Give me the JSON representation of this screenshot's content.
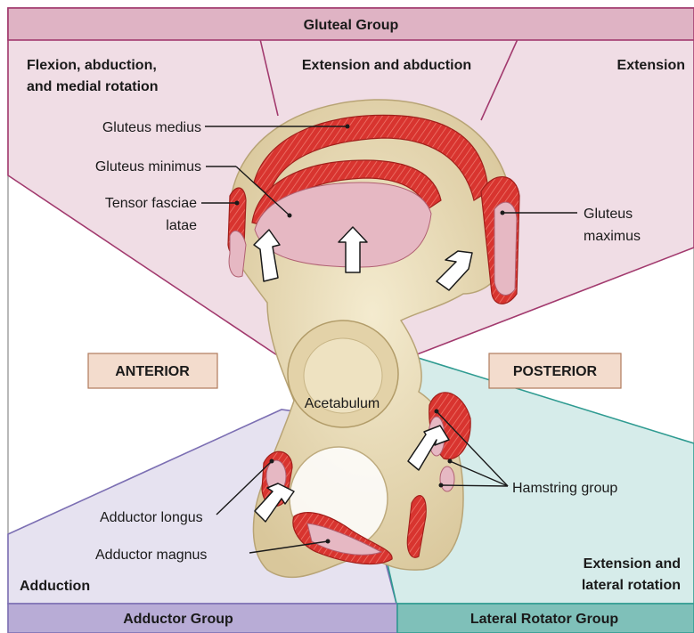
{
  "header": {
    "title": "Gluteal Group"
  },
  "gluteal_actions": {
    "left_line1": "Flexion, abduction,",
    "left_line2": "and medial rotation",
    "middle": "Extension and abduction",
    "right": "Extension"
  },
  "side_labels": {
    "anterior": "ANTERIOR",
    "posterior": "POSTERIOR"
  },
  "muscles": {
    "gluteus_medius": "Gluteus medius",
    "gluteus_minimus": "Gluteus minimus",
    "tensor_line1": "Tensor fasciae",
    "tensor_line2": "latae",
    "gluteus_maximus_line1": "Gluteus",
    "gluteus_maximus_line2": "maximus",
    "acetabulum": "Acetabulum",
    "hamstring": "Hamstring group",
    "adductor_longus": "Adductor longus",
    "adductor_magnus": "Adductor magnus"
  },
  "bottom_actions": {
    "adduction": "Adduction",
    "lateral_line1": "Extension and",
    "lateral_line2": "lateral rotation"
  },
  "footer": {
    "adductor_group": "Adductor Group",
    "lateral_rotator_group": "Lateral Rotator Group"
  },
  "colors": {
    "gluteal_bg": "#f0dde5",
    "gluteal_header": "#dfb3c4",
    "gluteal_border": "#a23a6e",
    "adductor_bg": "#e6e2f0",
    "adductor_header": "#b8acd6",
    "adductor_border": "#7c6fb3",
    "lateral_bg": "#d6ecea",
    "lateral_header": "#7fc0b9",
    "lateral_border": "#2f9b91",
    "muscle": "#d8342f",
    "bone": "#e9dcb7",
    "label_box": "#f3dccd"
  }
}
